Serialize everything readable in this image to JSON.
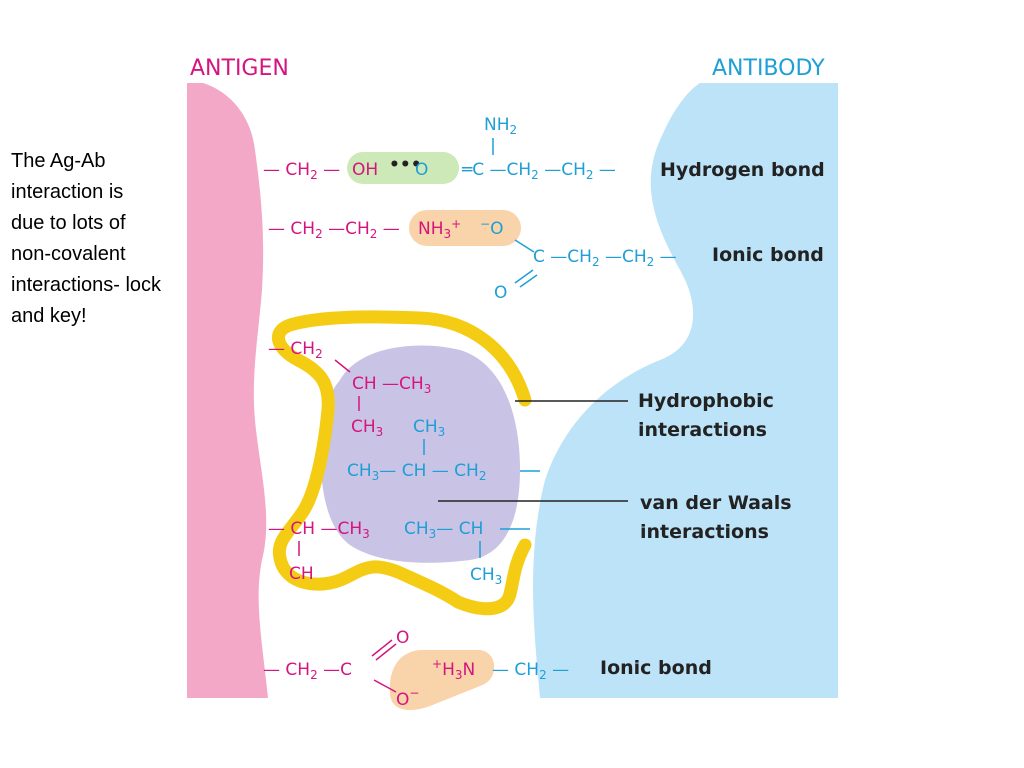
{
  "side_text": {
    "lines": [
      "The Ag-Ab",
      "interaction is",
      "due to lots of",
      "non-covalent",
      "interactions- lock",
      "and key!"
    ]
  },
  "headers": {
    "antigen": "ANTIGEN",
    "antibody": "ANTIBODY"
  },
  "labels": {
    "hydrogen_bond": "Hydrogen bond",
    "ionic_bond_1": "Ionic bond",
    "hydrophobic_1": "Hydrophobic",
    "hydrophobic_2": "interactions",
    "vdw_1": "van der Waals",
    "vdw_2": "interactions",
    "ionic_bond_2": "Ionic bond"
  },
  "colors": {
    "antigen_pink": "#f4a8c8",
    "antibody_blue": "#bde3f8",
    "magenta_text": "#d5157f",
    "cyan_text": "#1e9fd6",
    "yellow_loop": "#f5cc14",
    "lavender_pocket": "#c9c3e6",
    "green_highlight": "#cde9b8",
    "orange_highlight": "#f9d3a9"
  }
}
